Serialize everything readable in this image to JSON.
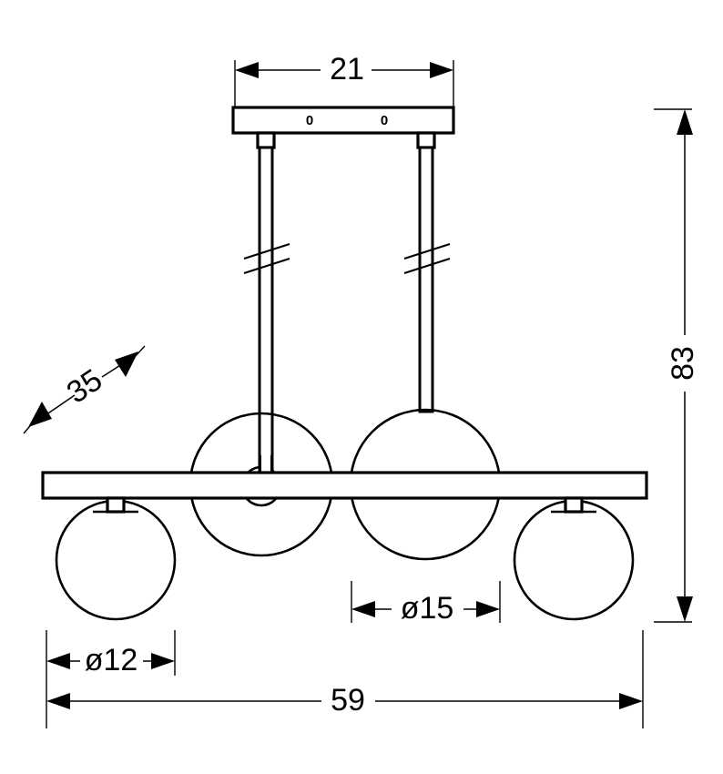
{
  "drawing": {
    "title": "Pendant light fixture dimensional drawing",
    "units_note": "",
    "line_color": "#000000",
    "fill_color": "#ffffff",
    "background": "#ffffff"
  },
  "dimensions": {
    "canopy_width": {
      "label": "21",
      "name": "canopy-width-dimension",
      "orientation": "horizontal",
      "position": "top"
    },
    "overall_height": {
      "label": "83",
      "name": "overall-height-dimension",
      "orientation": "vertical-rotated",
      "position": "right"
    },
    "depth": {
      "label": "35",
      "name": "depth-dimension",
      "orientation": "diagonal",
      "position": "upper-left"
    },
    "small_globe_diameter": {
      "label": "ø12",
      "name": "small-globe-diameter-dimension",
      "orientation": "horizontal",
      "position": "bottom-left"
    },
    "large_globe_diameter": {
      "label": "ø15",
      "name": "large-globe-diameter-dimension",
      "orientation": "horizontal",
      "position": "bottom-center"
    },
    "overall_width": {
      "label": "59",
      "name": "overall-width-dimension",
      "orientation": "horizontal",
      "position": "bottom"
    }
  },
  "fixture": {
    "canopy": {
      "name": "ceiling-canopy",
      "marks": [
        "0",
        "0"
      ]
    },
    "rods": [
      {
        "name": "suspension-rod-left",
        "has_break_symbol": true
      },
      {
        "name": "suspension-rod-right",
        "has_break_symbol": true
      }
    ],
    "cross_bar": {
      "name": "horizontal-cross-bar"
    },
    "globes": [
      {
        "name": "globe-small-left",
        "size": "small"
      },
      {
        "name": "globe-large-left",
        "size": "large"
      },
      {
        "name": "globe-large-right",
        "size": "large"
      },
      {
        "name": "globe-small-right",
        "size": "small"
      }
    ],
    "sockets": [
      {
        "name": "socket-small-left"
      },
      {
        "name": "socket-large-left"
      },
      {
        "name": "socket-small-right"
      }
    ]
  }
}
